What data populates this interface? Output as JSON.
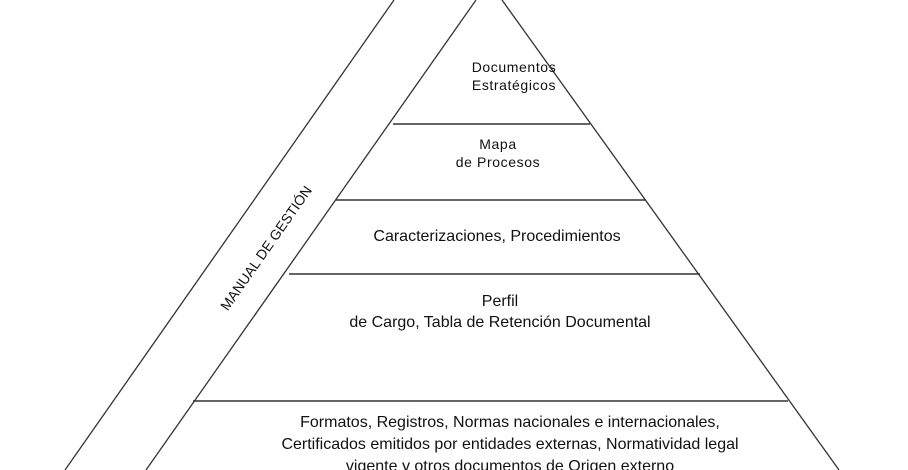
{
  "diagram": {
    "side_label": "MANUAL DE GESTIÓN",
    "levels": [
      {
        "lines": [
          "Documentos",
          "Estratégicos"
        ]
      },
      {
        "lines": [
          "Mapa",
          "de Procesos"
        ]
      },
      {
        "lines": [
          "Caracterizaciones, Procedimientos"
        ]
      },
      {
        "lines": [
          "Perfil",
          "de Cargo, Tabla de Retención Documental"
        ]
      },
      {
        "lines": [
          "Formatos, Registros, Normas nacionales e internacionales,",
          "Certificados emitidos por entidades externas, Normatividad legal",
          "vigente y otros documentos de Origen externo"
        ]
      }
    ],
    "line_color": "#333333"
  }
}
